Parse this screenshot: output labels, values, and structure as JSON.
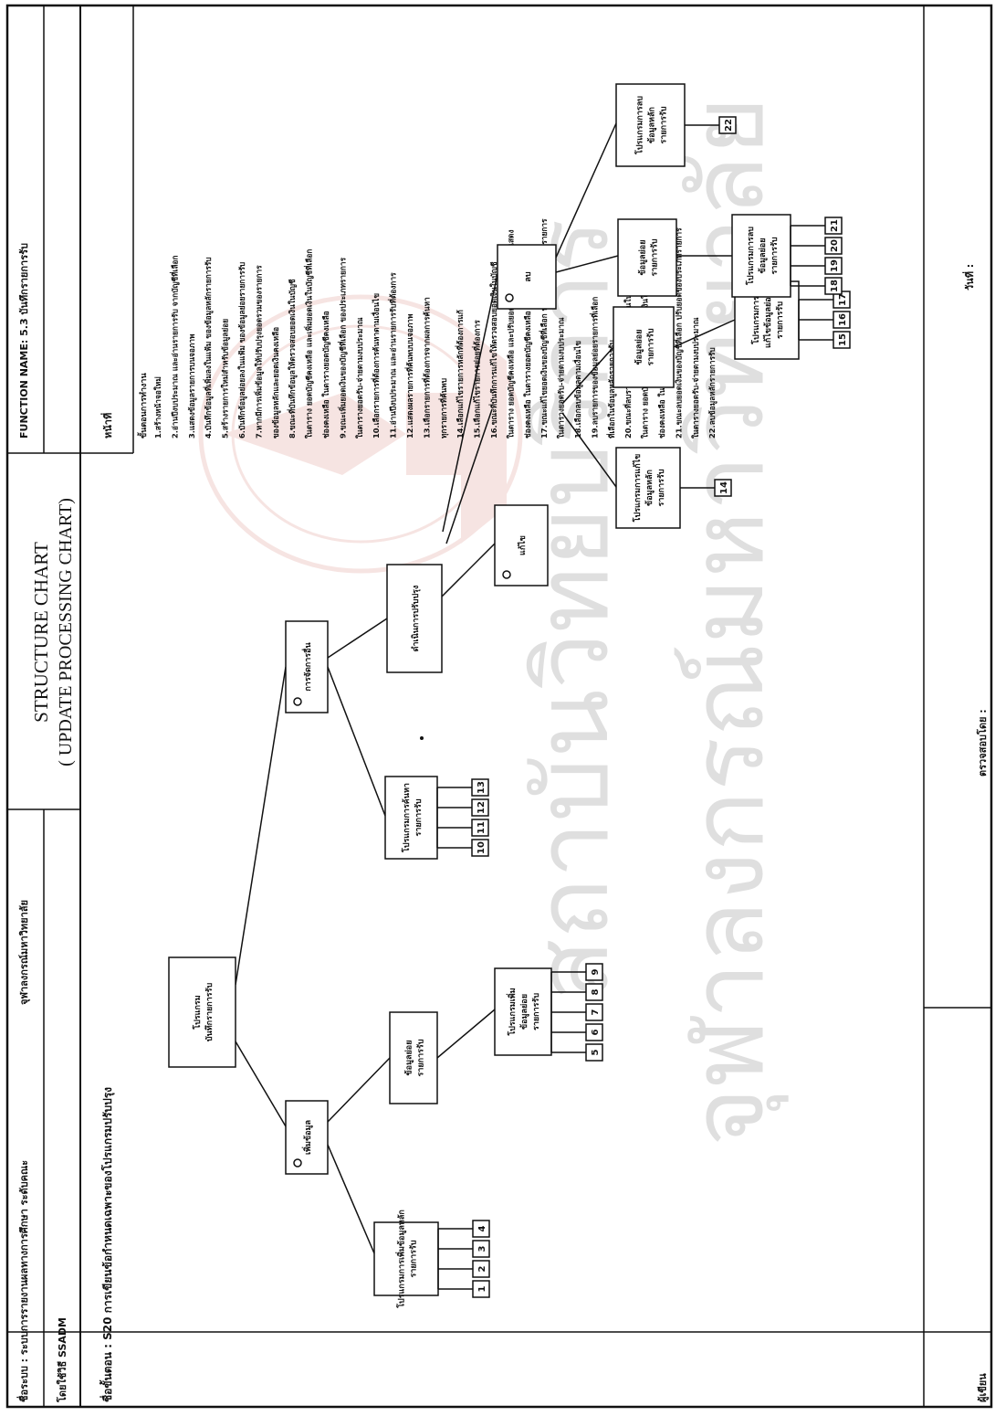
{
  "header": {
    "system_label": "ชื่อระบบ : ระบบการรายงานผลทางการศึกษา ระดับคณะ",
    "system_sub": "จุฬาลงกรณ์มหาวิทยาลัย",
    "technique": "โดยใช้วิธี SSADM",
    "stage_label": "ชื่อขั้นตอน : S20 การเขียนข้อกำหนดเฉพาะของโปรแกรมปรับปรุง",
    "chart_title": "STRUCTURE CHART",
    "chart_subtitle": "( UPDATE PROCESSING CHART)",
    "function_name": "FUNCTION NAME: 5.3 บันทึกรายการรับ",
    "page_label": "หน้าที่"
  },
  "nodes": {
    "root": "โปรแกรม บันทึกรายการรับ",
    "add": "เพิ่มข้อมูล",
    "inquire": "การจัดการอื่น",
    "update_proc": "ดำเนินการปรับปรุง",
    "prog_add_main": "โปรแกรมการเพิ่มข้อมูลหลัก รายการรับ",
    "detail_add": "ข้อมูลย่อย รายการรับ",
    "prog_add_detail": "โปรแกรมเพิ่ม ข้อมูลย่อย รายการรับ",
    "prog_search": "โปรแกรมการค้นหา รายการรับ",
    "edit": "แก้ไข",
    "delete": "ลบ",
    "prog_edit_main": "โปรแกรมการแก้ไข ข้อมูลหลัก รายการรับ",
    "detail_edit": "ข้อมูลย่อย รายการรับ",
    "prog_edit_detail": "โปรแกรมการ แก้ไขข้อมูลย่อย รายการรับ",
    "detail_delete": "ข้อมูลย่อย รายการรับ",
    "prog_delete_detail": "โปรแกรมการลบ ข้อมูลย่อย รายการรับ",
    "prog_delete_main": "โปรแกรมการลบ ข้อมูลหลัก รายการรับ"
  },
  "numbers": {
    "g_add_main": [
      "1",
      "2",
      "3",
      "4"
    ],
    "g_add_detail": [
      "5",
      "6",
      "7",
      "8",
      "9"
    ],
    "g_search": [
      "10",
      "11",
      "12",
      "13"
    ],
    "g_edit_main": [
      "14"
    ],
    "g_edit_detail": [
      "15",
      "16",
      "17"
    ],
    "g_delete_detail": [
      "18",
      "19",
      "20",
      "21"
    ],
    "g_delete_main": [
      "22"
    ]
  },
  "notes": {
    "heading": "ขั้นตอนการทำงาน",
    "items": [
      "1.สร้างหน้าจอใหม่",
      "2.อ่านปีงบประมาณ และอ่านรายการรับ จากบัญชีที่เลือก",
      "3.แสดงข้อมูลรายการบนจอภาพ",
      "4.บันทึกข้อมูลที่เพิ่มลงในแฟ้ม ของข้อมูลหลักรายการรับ",
      "5.สร้างรายการใหม่สำหรับข้อมูลย่อย",
      "6.บันทึกข้อมูลย่อยลงในแฟ้ม ของข้อมูลย่อยรายการรับ",
      "7.หากมีการเพิ่มข้อมูลให้ปรับปรุงยอดรวมของรายการ",
      "ของข้อมูลหลักและยอดเงินคงเหลือ",
      "8.ขณะที่บันทึกข้อมูลให้ตรวจสอบยอดเงินในบัญชี",
      "ในตาราง ยอดบัญชีคงเหลือ และเพิ่มยอดเงินในบัญชีที่เลือก",
      "ช่องคงเหลือ ในตารางยอดบัญชีคงเหลือ",
      "9.ขณะเพิ่มยอดเงินของบัญชีที่เลือก ของประเภทรายการ",
      "ในตารางยอดรับ-จ่ายตามงบประมาณ",
      "10.เลือกรายการที่ต้องการค้นหาตามเงื่อนไข",
      "11.อ่านปีงบประมาณ และอ่านรายการรับที่ต้องการ",
      "12.แสดงผลรายการที่ค้นพบบนจอภาพ",
      "13.เลือกรายการที่ต้องการจากผลการค้นหา",
      "ทุกรายการที่ค้นพบ",
      "14.เลือกแก้ไขรายการหลักที่ต้องการแก้",
      "15.เลือกแก้ไขรายการย่อยที่ต้องการ",
      "16.ขณะที่บันทึกการแก้ไขให้ตรวจสอบยอดเงินในบัญชี",
      "ในตาราง ยอดบัญชีคงเหลือ และปรับยอดเงินในบัญชีที่เลือกแสดง",
      "ช่องคงเหลือ ในตารางยอดบัญชีคงเหลือ",
      "17.ขณะแก้ไขยอดเงินของบัญชีที่เลือก ปรับยอดของประเภทรายการ",
      "ในตารางยอดรับ-จ่ายตามงบประมาณ",
      "18.เลือกลบข้อมูลตามเงื่อนไข",
      "19.ลบรายการของข้อมูลย่อยรายการที่เลือก",
      "ที่เลือกในข้อมูลหลักรายการรับ",
      "20.ขณะที่ลบรายการให้ตรวจสอบยอดเงินในบัญชี",
      "ในตาราง ยอดบัญชีคงเหลือ และลดยอดเงินในบัญชีที่เลือก",
      "ช่องคงเหลือ ในตารางยอดบัญชีคงเหลือ",
      "21.ขณะลบยอดเงินของบัญชีที่เลือก ปรับยอดของประเภทรายการ",
      "ในตารางยอดรับ-จ่ายตามงบประมาณ",
      "22.ลบข้อมูลหลักรายการรับ"
    ]
  },
  "footer": {
    "author_label": "ผู้เขียน",
    "reviewer_label": "ตรวจสอบโดย :",
    "date_label": "วันที่ :"
  },
  "watermark": {
    "line1": "สถาบันวิทยบริการ",
    "line2": "จุฬาลงกรณ์มหาวิทยาลัย"
  }
}
